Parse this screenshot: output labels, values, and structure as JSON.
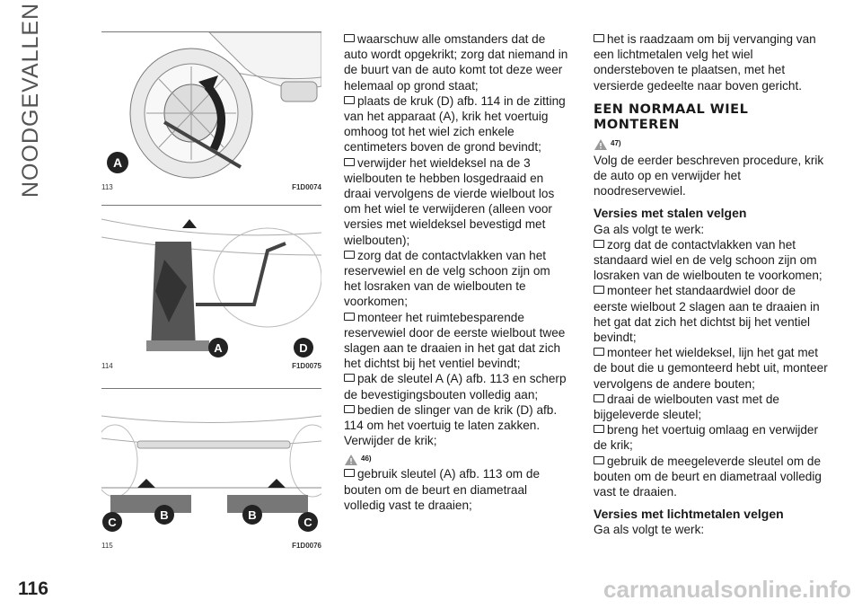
{
  "sidebar": {
    "section_title": "NOODGEVALLEN"
  },
  "page": {
    "number": "116",
    "watermark": "carmanualsonline.info"
  },
  "figures": [
    {
      "num": "113",
      "code": "F1D0074",
      "labels": [
        "A"
      ]
    },
    {
      "num": "114",
      "code": "F1D0075",
      "labels": [
        "A",
        "D"
      ]
    },
    {
      "num": "115",
      "code": "F1D0076",
      "labels": [
        "C",
        "B",
        "B",
        "C"
      ]
    }
  ],
  "col1": {
    "items": [
      "waarschuw alle omstanders dat de auto wordt opgekrikt; zorg dat niemand in de buurt van de auto komt tot deze weer helemaal op grond staat;",
      "plaats de kruk (D) afb. 114 in de zitting van het apparaat (A), krik het voertuig omhoog tot het wiel zich enkele centimeters boven de grond bevindt;",
      "verwijder het wieldeksel na de 3 wielbouten te hebben losgedraaid en draai vervolgens de vierde wielbout los om het wiel te verwijderen (alleen voor versies met wieldeksel bevestigd met wielbouten);",
      "zorg dat de contactvlakken van het reservewiel en de velg schoon zijn om het losraken van de wielbouten te voorkomen;",
      "monteer het ruimtebesparende reservewiel door de eerste wielbout twee slagen aan te draaien in het gat dat zich het dichtst bij het ventiel bevindt;",
      "pak de sleutel A (A) afb. 113 en scherp de bevestigingsbouten volledig aan;",
      "bedien de slinger van de krik (D) afb. 114 om het voertuig te laten zakken. Verwijder de krik;"
    ],
    "warning_ref": "46)",
    "last_item": "gebruik sleutel (A) afb. 113 om de bouten om de beurt en diametraal volledig vast te draaien;"
  },
  "col2": {
    "first_item": "het is raadzaam om bij vervanging van een lichtmetalen velg het wiel ondersteboven te plaatsen, met het versierde gedeelte naar boven gericht.",
    "section_title_line1": "EEN NORMAAL WIEL",
    "section_title_line2": "MONTEREN",
    "warning_ref": "47)",
    "intro": "Volg de eerder beschreven procedure, krik de auto op en verwijder het noodreservewiel.",
    "steel_title": "Versies met stalen velgen",
    "steel_intro": "Ga als volgt te werk:",
    "steel_items": [
      "zorg dat de contactvlakken van het standaard wiel en de velg schoon zijn om losraken van de wielbouten te voorkomen;",
      "monteer het standaardwiel door de eerste wielbout 2 slagen aan te draaien in het gat dat zich het dichtst bij het ventiel bevindt;",
      "monteer het wieldeksel, lijn het gat met de bout die u gemonteerd hebt uit, monteer vervolgens de andere bouten;",
      "draai de wielbouten vast met de bijgeleverde sleutel;",
      "breng het voertuig omlaag en verwijder de krik;",
      "gebruik de meegeleverde sleutel om de bouten om de beurt en diametraal volledig vast te draaien."
    ],
    "alloy_title": "Versies met lichtmetalen velgen",
    "alloy_intro": "Ga als volgt te werk:"
  }
}
